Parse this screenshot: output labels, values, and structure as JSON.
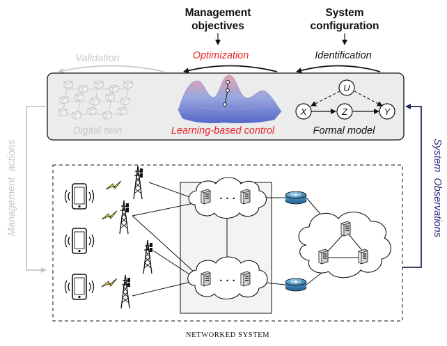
{
  "top": {
    "management_line1": "Management",
    "management_line2": "objectives",
    "system_line1": "System",
    "system_line2": "configuration"
  },
  "arrows": {
    "validation": "Validation",
    "optimization": "Optimization",
    "identification": "Identification"
  },
  "control_box": {
    "digital_twin": "Digital twin",
    "learning_control": "Learning-based control",
    "formal_model": "Formal model",
    "nodes": {
      "u": "U",
      "x": "X",
      "z": "Z",
      "y": "Y"
    }
  },
  "side": {
    "management_actions": "Management  actions",
    "system_observations": "System  Observations"
  },
  "network": {
    "label": "NETWORKED SYSTEM",
    "ellipsis": "· · ·"
  },
  "colors": {
    "optimization": "#e3262a",
    "learning_control": "#e3262a",
    "observations": "#2e2a7a",
    "faded": "#c8c8c8",
    "router": "#3b7fb0"
  }
}
